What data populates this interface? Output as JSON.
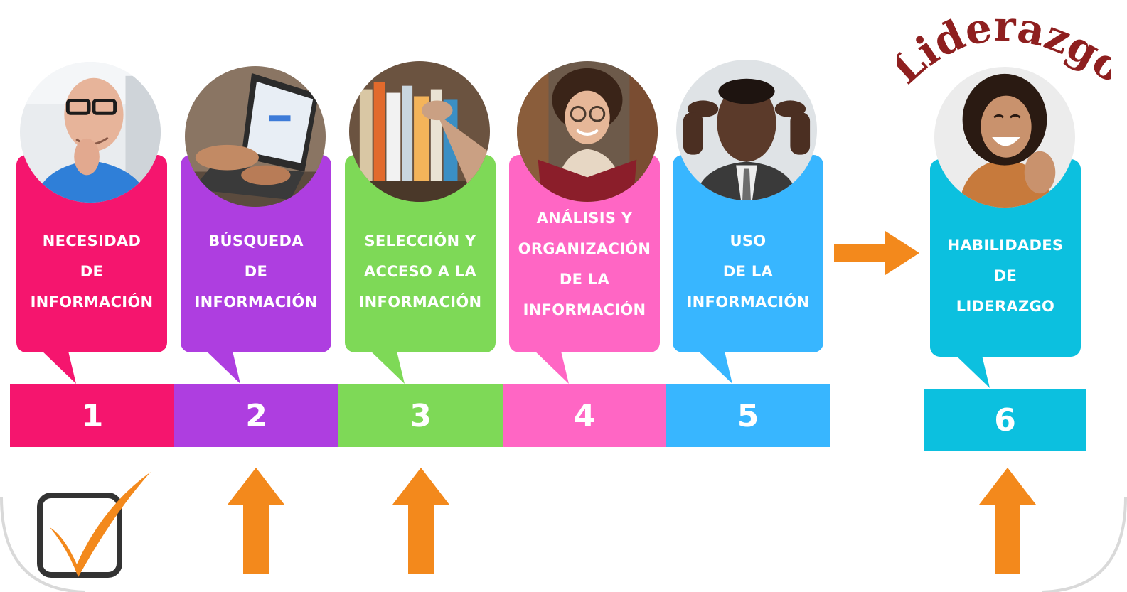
{
  "title": "Liderazgo",
  "colors": {
    "step1": "#F5156E",
    "step2": "#AE3EE0",
    "step3": "#7ED957",
    "step4": "#FF66C4",
    "step5": "#38B6FF",
    "step6": "#0CC0DF",
    "arrow": "#F3891C",
    "title": "#8E1F1F"
  },
  "steps": [
    {
      "number": "1",
      "lines": [
        "NECESIDAD",
        "DE",
        "INFORMACIÓN"
      ],
      "photo": "man-with-glasses-thinking"
    },
    {
      "number": "2",
      "lines": [
        "BÚSQUEDA",
        "DE",
        "INFORMACIÓN"
      ],
      "photo": "hands-typing-laptop"
    },
    {
      "number": "3",
      "lines": [
        "SELECCIÓN Y",
        "ACCESO A LA",
        "INFORMACIÓN"
      ],
      "photo": "hand-taking-book-from-shelf"
    },
    {
      "number": "4",
      "lines": [
        "ANÁLISIS Y",
        "ORGANIZACIÓN",
        "DE LA",
        "INFORMACIÓN"
      ],
      "photo": "woman-reading-book"
    },
    {
      "number": "5",
      "lines": [
        "USO",
        "DE LA",
        "INFORMACIÓN"
      ],
      "photo": "man-pointing-temples"
    },
    {
      "number": "6",
      "lines": [
        "HABILIDADES",
        "DE",
        "LIDERAZGO"
      ],
      "photo": "woman-laughing"
    }
  ]
}
